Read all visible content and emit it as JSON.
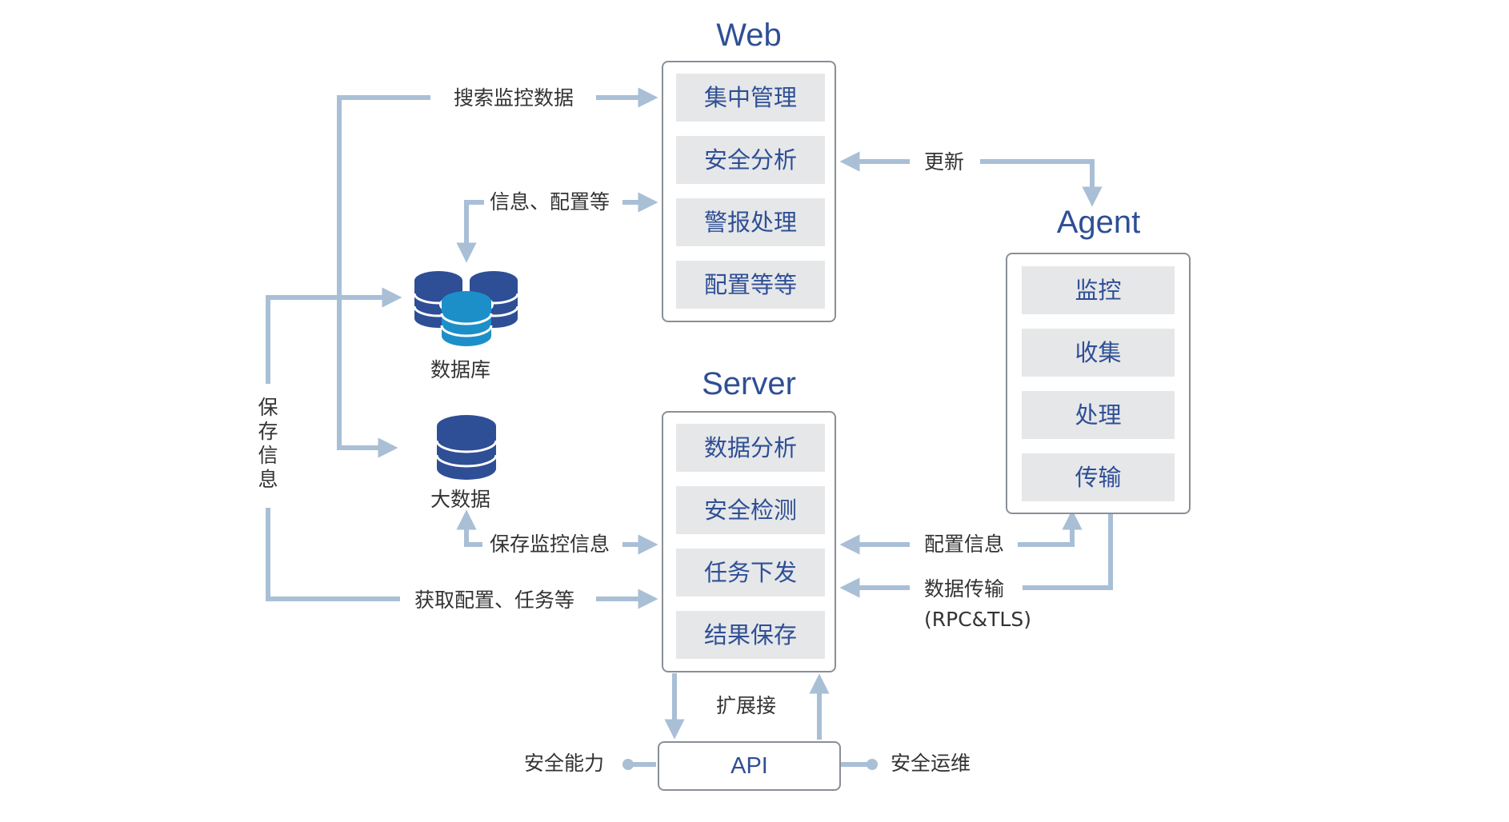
{
  "web": {
    "title": "Web",
    "items": [
      "集中管理",
      "安全分析",
      "警报处理",
      "配置等等"
    ]
  },
  "server": {
    "title": "Server",
    "items": [
      "数据分析",
      "安全检测",
      "任务下发",
      "结果保存"
    ]
  },
  "agent": {
    "title": "Agent",
    "items": [
      "监控",
      "收集",
      "处理",
      "传输"
    ]
  },
  "api": {
    "label": "API"
  },
  "storage": {
    "database_label": "数据库",
    "bigdata_label": "大数据"
  },
  "edges": {
    "search_monitor_data": "搜索监控数据",
    "info_config": "信息、配置等",
    "update": "更新",
    "save_info": "保存信息",
    "save_monitor_info": "保存监控信息",
    "get_config_tasks": "获取配置、任务等",
    "config_info": "配置信息",
    "data_transfer": "数据传输",
    "data_transfer_protocol": "(RPC&TLS)",
    "extension_interface": "扩展接",
    "security_capability": "安全能力",
    "security_ops": "安全运维"
  },
  "colors": {
    "accent": "#2f4f95",
    "line": "#a9bfd6",
    "item_bg": "#e6e7e9",
    "border": "#8a8f96",
    "db_dark": "#2e4e96",
    "db_light": "#1d8fc8"
  }
}
